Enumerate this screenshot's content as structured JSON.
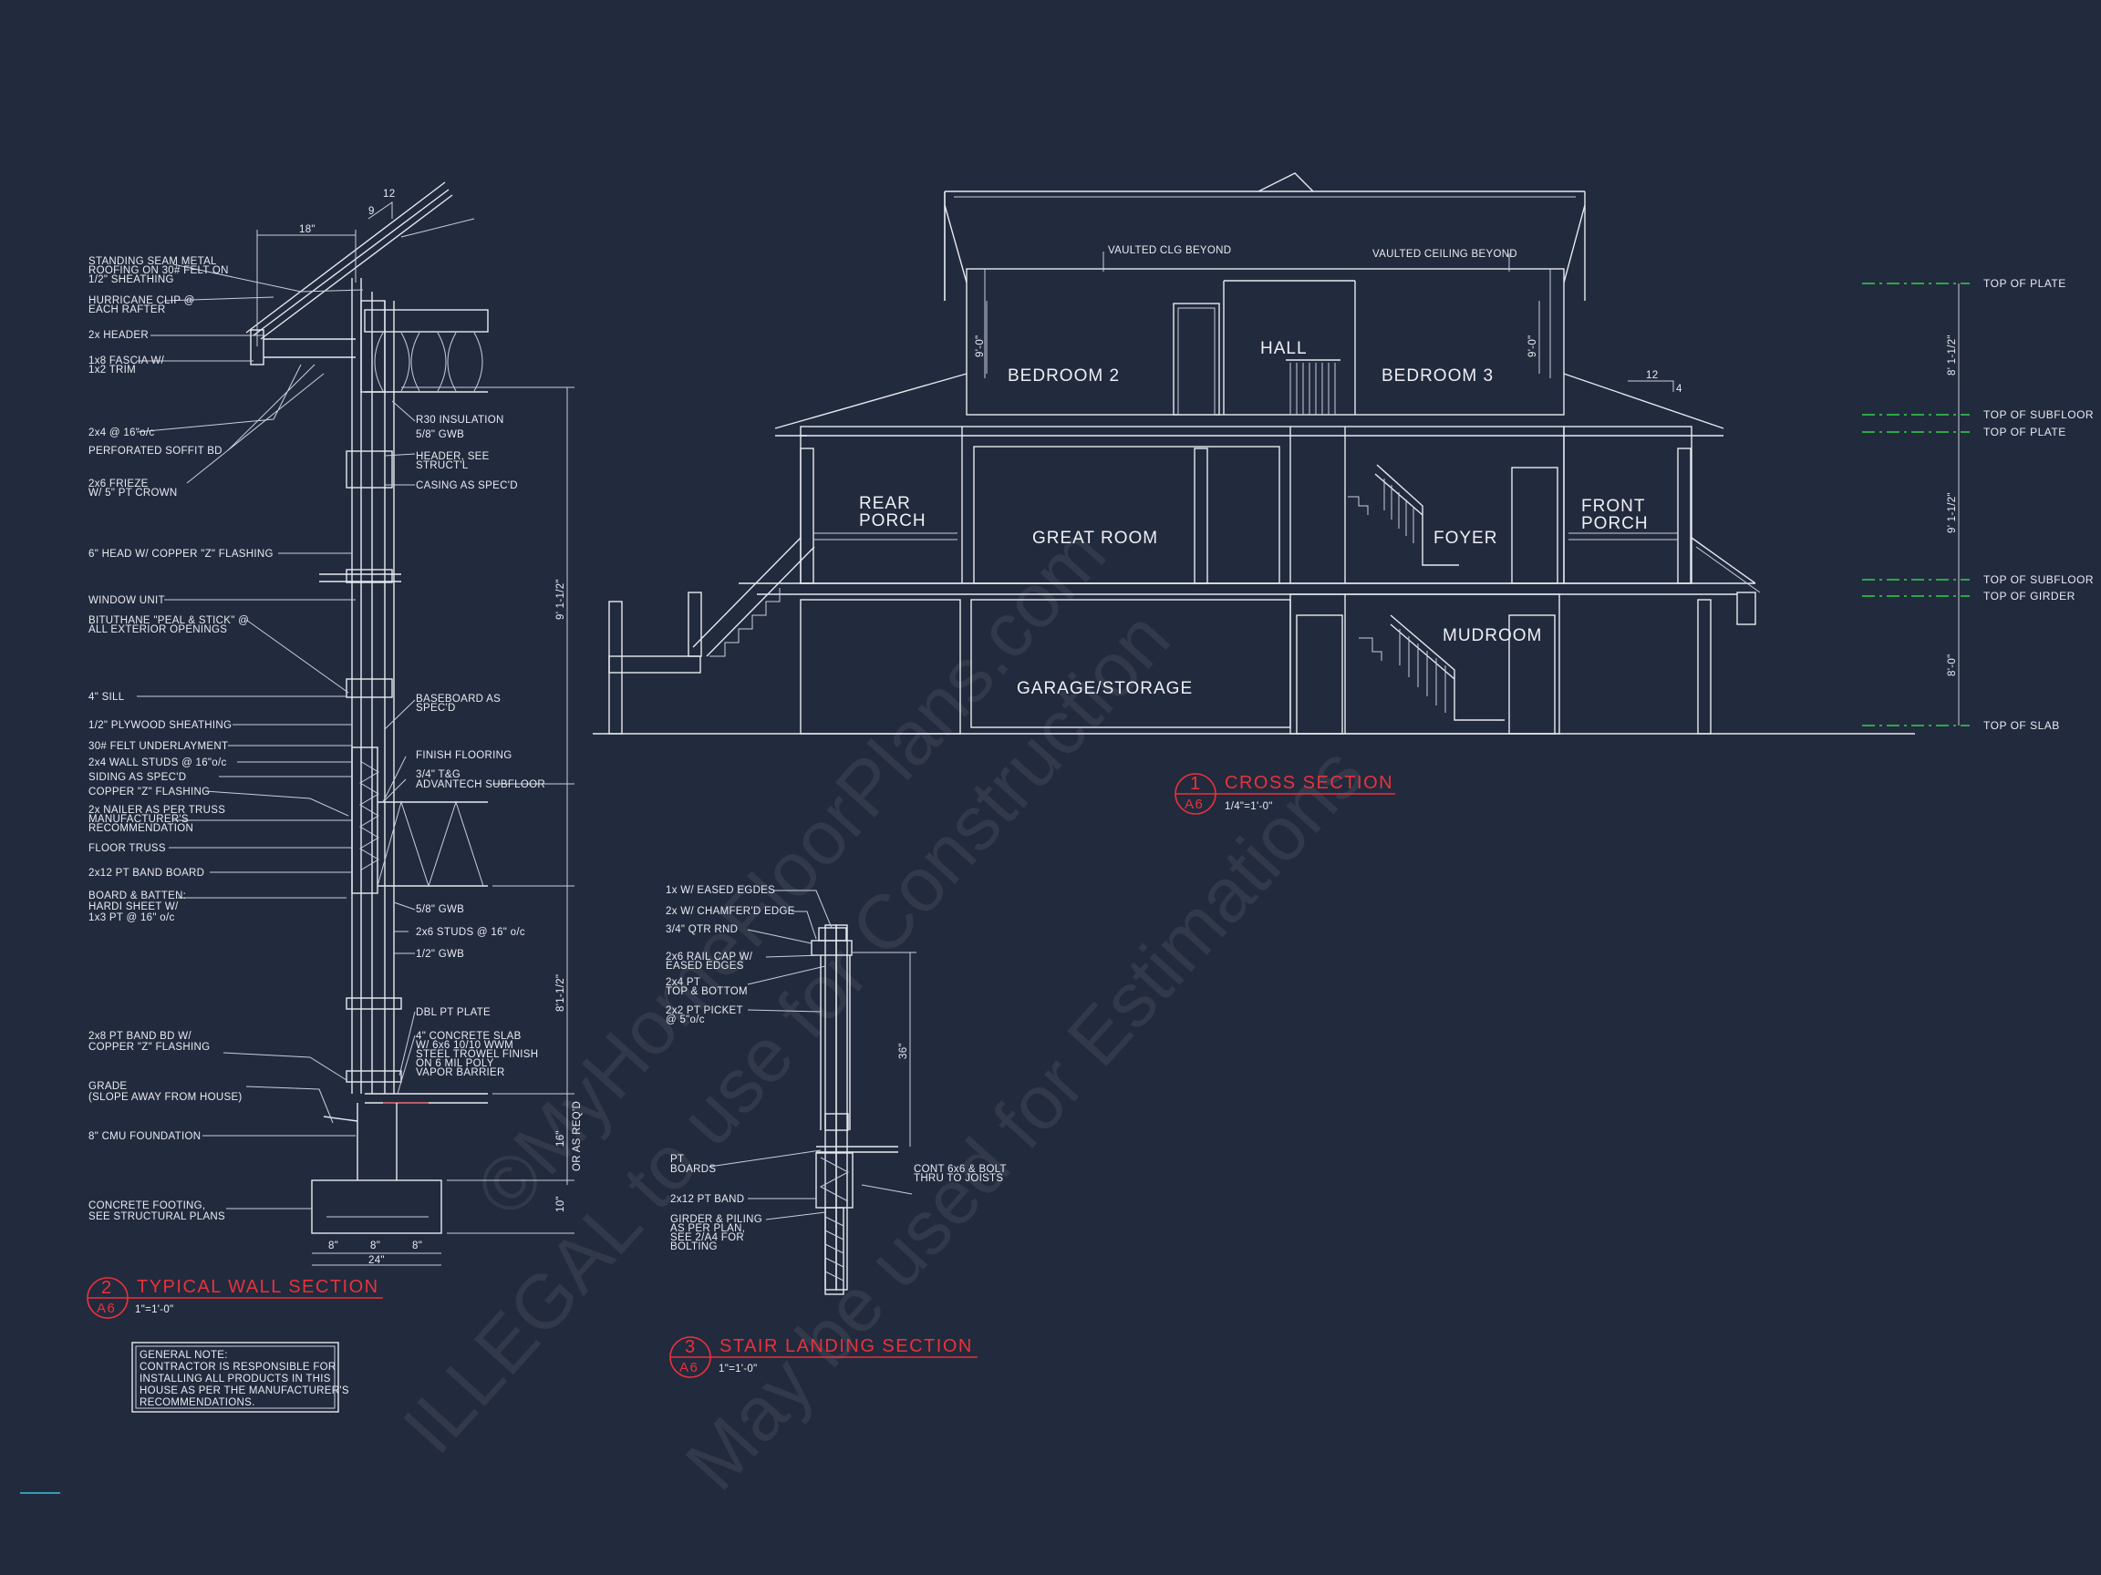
{
  "watermark": {
    "line1": "©MyHomeFloorPlans.com",
    "line2": "ILLEGAL to use for Construction",
    "line3": "May be used for Estimations"
  },
  "wall_section": {
    "pitch_rise": "9",
    "pitch_run": "12",
    "overhang": "18\"",
    "callouts_left": [
      "STANDING SEAM METAL",
      "ROOFING ON 30# FELT ON",
      "1/2\" SHEATHING",
      "HURRICANE CLIP @",
      "EACH RAFTER",
      "2x HEADER",
      "1x8 FASCIA W/",
      "1x2 TRIM",
      "2x4 @ 16\"o/c",
      "PERFORATED SOFFIT BD",
      "2x6 FRIEZE",
      "W/ 5\" PT CROWN",
      "6\" HEAD W/ COPPER \"Z\" FLASHING",
      "WINDOW UNIT",
      "BITUTHANE \"PEAL & STICK\" @",
      "ALL EXTERIOR OPENINGS",
      "4\" SILL",
      "1/2\" PLYWOOD SHEATHING",
      "30# FELT UNDERLAYMENT",
      "2x4 WALL STUDS @ 16\"o/c",
      "SIDING AS SPEC'D",
      "COPPER \"Z\" FLASHING",
      "2x NAILER AS PER TRUSS",
      "MANUFACTURER'S",
      "RECOMMENDATION",
      "FLOOR TRUSS",
      "2x12 PT BAND BOARD",
      "BOARD & BATTEN:",
      "HARDI SHEET W/",
      "1x3 PT @ 16\" o/c",
      "2x8 PT BAND BD W/",
      "COPPER \"Z\" FLASHING",
      "GRADE",
      "(SLOPE AWAY FROM HOUSE)",
      "8\" CMU FOUNDATION",
      "CONCRETE FOOTING,",
      "SEE STRUCTURAL PLANS"
    ],
    "callouts_right": [
      "R30 INSULATION",
      "5/8\" GWB",
      "HEADER, SEE",
      "STRUCT'L",
      "CASING AS SPEC'D",
      "BASEBOARD AS",
      "SPEC'D",
      "FINISH FLOORING",
      "3/4\" T&G",
      "ADVANTECH SUBFLOOR",
      "5/8\" GWB",
      "2x6 STUDS @ 16\" o/c",
      "1/2\" GWB",
      "DBL PT PLATE",
      "4\" CONCRETE SLAB",
      "W/ 6x6 10/10 WWM",
      "STEEL TROWEL FINISH",
      "ON 6 MIL POLY",
      "VAPOR BARRIER"
    ],
    "dims_vertical": [
      "9' 1-1/2\"",
      "8'1-1/2\"",
      "16\"",
      "OR AS REQ'D",
      "10\""
    ],
    "dims_footing": [
      "8\"",
      "8\"",
      "8\"",
      "24\""
    ],
    "title_number": "2",
    "title_sheet": "A6",
    "title": "TYPICAL WALL SECTION",
    "scale": "1\"=1'-0\""
  },
  "general_note": [
    "GENERAL NOTE:",
    "CONTRACTOR IS RESPONSIBLE FOR",
    "INSTALLING ALL PRODUCTS IN THIS",
    "HOUSE AS PER THE MANUFACTURER'S",
    "RECOMMENDATIONS."
  ],
  "cross_section": {
    "labels": {
      "vaulted_clg": "VAULTED CLG BEYOND",
      "vaulted_ceiling": "VAULTED CEILING BEYOND",
      "dim_bed2": "9'-0\"",
      "dim_bed3": "9'-0\"",
      "pitch_run": "12",
      "pitch_rise": "4"
    },
    "rooms": {
      "bedroom2": "BEDROOM 2",
      "hall": "HALL",
      "bedroom3": "BEDROOM 3",
      "rear_porch_1": "REAR",
      "rear_porch_2": "PORCH",
      "great_room": "GREAT ROOM",
      "foyer": "FOYER",
      "front_porch_1": "FRONT",
      "front_porch_2": "PORCH",
      "mudroom": "MUDROOM",
      "garage": "GARAGE/STORAGE"
    },
    "levels": [
      "TOP OF PLATE",
      "TOP OF SUBFLOOR",
      "TOP OF PLATE",
      "TOP OF SUBFLOOR",
      "TOP OF GIRDER",
      "TOP OF SLAB"
    ],
    "level_dims": [
      "8' 1-1/2\"",
      "9' 1-1/2\"",
      "8'-0\""
    ],
    "title_number": "1",
    "title_sheet": "A6",
    "title": "CROSS SECTION",
    "scale": "1/4\"=1'-0\""
  },
  "stair_section": {
    "callouts": [
      "1x W/ EASED EGDES",
      "2x W/ CHAMFER'D EDGE",
      "3/4\" QTR RND",
      "2x6 RAIL CAP W/",
      "EASED EDGES",
      "2x4 PT",
      "TOP & BOTTOM",
      "2x2 PT PICKET",
      "@ 5\"o/c",
      "PT",
      "BOARDS",
      "2x12 PT BAND",
      "GIRDER & PILING",
      "AS PER PLAN,",
      "SEE 2/A4 FOR",
      "BOLTING"
    ],
    "callouts_right": [
      "CONT 6x6 & BOLT",
      "THRU TO JOISTS"
    ],
    "dim": "36\"",
    "title_number": "3",
    "title_sheet": "A6",
    "title": "STAIR LANDING SECTION",
    "scale": "1\"=1'-0\""
  },
  "colors": {
    "background": "#222a3d",
    "line": "#e6e9f0",
    "title": "#e8323c",
    "level_marker": "#2fd24a"
  }
}
